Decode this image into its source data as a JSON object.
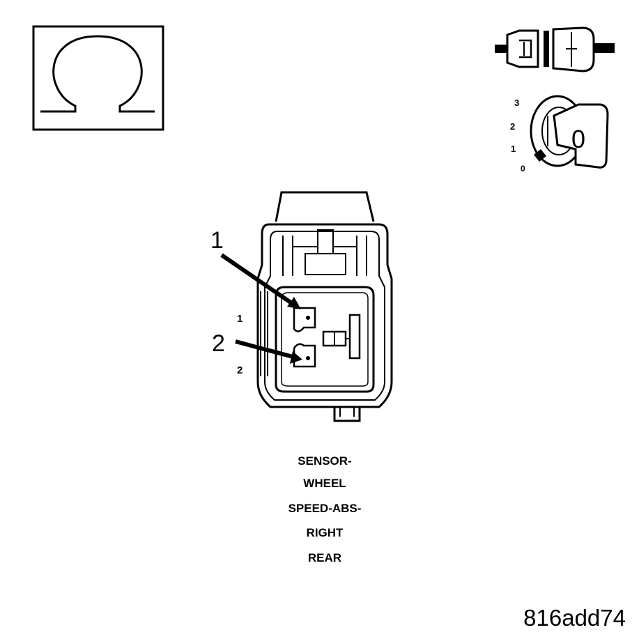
{
  "ohm_symbol": "Ω",
  "ignition_positions": [
    "3",
    "2",
    "1",
    "0"
  ],
  "key_glyph": "0",
  "callouts": [
    "1",
    "2"
  ],
  "cavity_labels": [
    "1",
    "2"
  ],
  "caption_lines": [
    "SENSOR-",
    "WHEEL",
    "SPEED-ABS-",
    "RIGHT",
    "REAR"
  ],
  "figure_code": "816add74",
  "colors": {
    "line": "#000000",
    "background": "#ffffff"
  }
}
